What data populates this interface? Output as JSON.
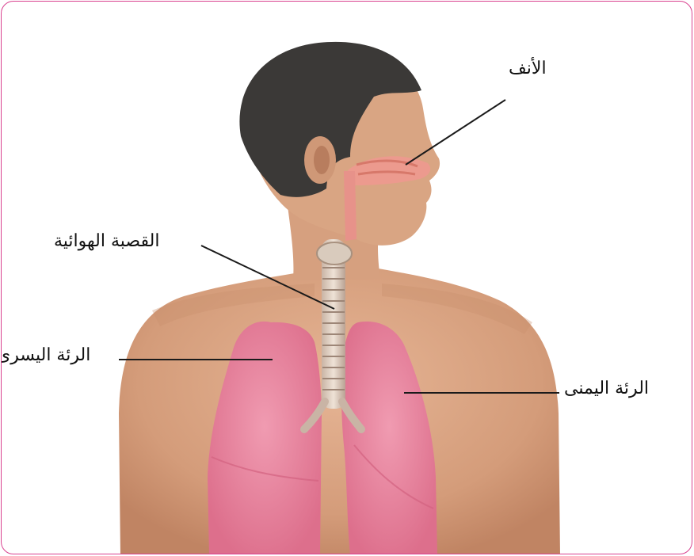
{
  "labels": {
    "nose": "الأنف",
    "trachea": "القصبة الهوائية",
    "left_lung": "الرئة اليسرى",
    "right_lung": "الرئة اليمنى"
  },
  "colors": {
    "frame": "#d9418f",
    "skin": "#d9a07e",
    "lung": "#e77e98",
    "hair": "#3b3937",
    "leader": "#1a1a1a"
  }
}
